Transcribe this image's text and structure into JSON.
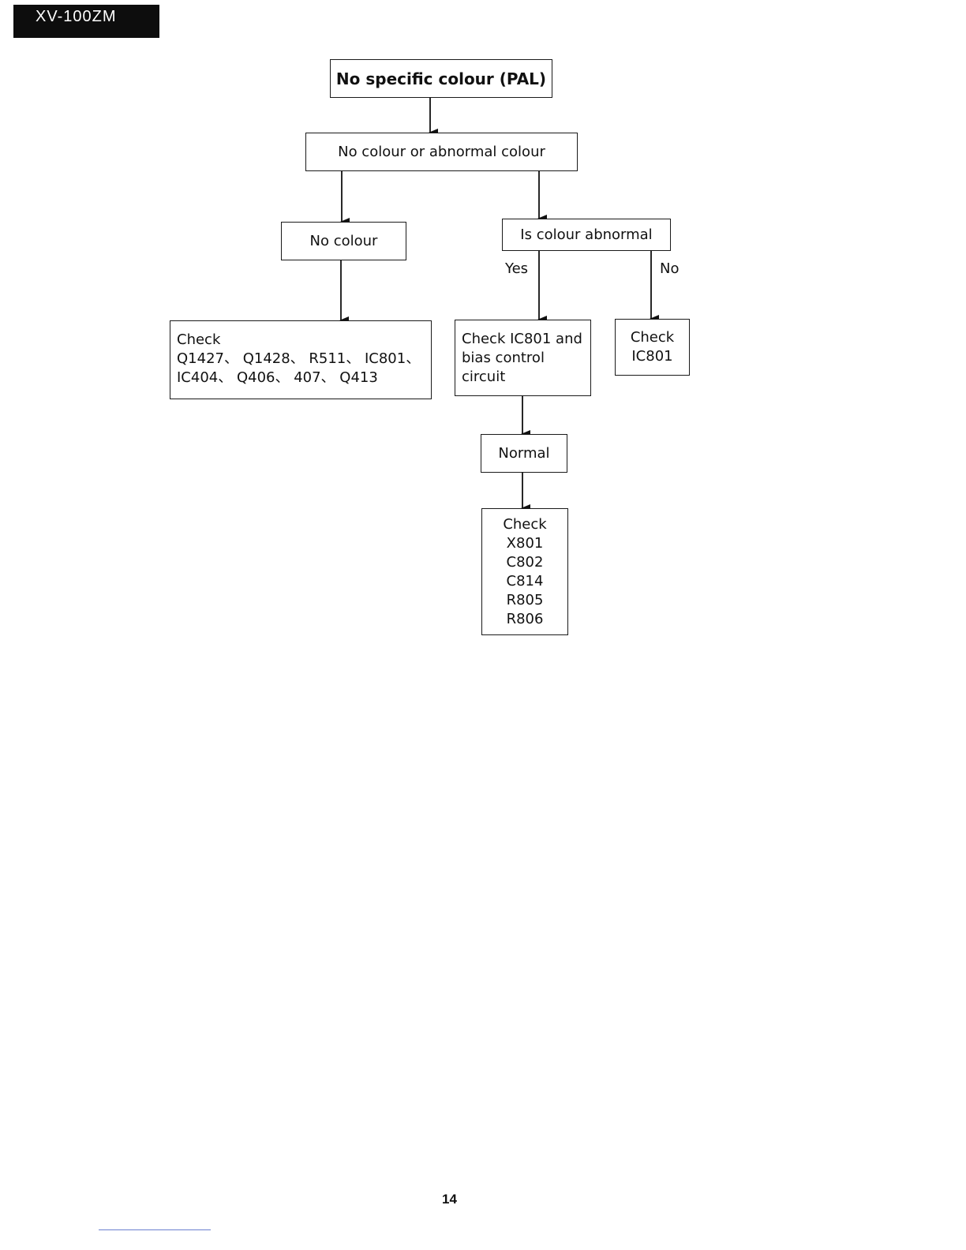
{
  "header": {
    "model": "XV-100ZM"
  },
  "flowchart": {
    "title": "No specific colour (PAL)",
    "nodes": {
      "no_colour_or_abnormal": "No colour or abnormal colour",
      "no_colour": "No colour",
      "is_colour_abnormal": "Is colour abnormal",
      "check_no_colour": [
        "Check",
        "Q1427、 Q1428、 R511、 IC801、",
        "IC404、 Q406、 407、 Q413"
      ],
      "check_ic801_bias": [
        "Check IC801 and",
        "bias control",
        "circuit"
      ],
      "check_ic801": [
        "Check",
        "IC801"
      ],
      "normal": "Normal",
      "check_x801": [
        "Check",
        "X801",
        "C802",
        "C814",
        "R805",
        "R806"
      ]
    },
    "edge_labels": {
      "yes": "Yes",
      "no": "No"
    }
  },
  "footer": {
    "page_number": "14"
  }
}
